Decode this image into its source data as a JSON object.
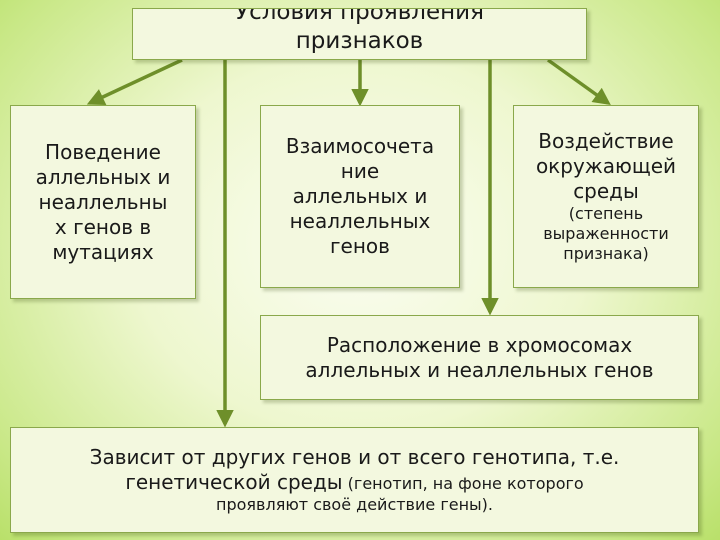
{
  "title": {
    "line1": "Условия проявления",
    "line2": "признаков"
  },
  "boxes": {
    "behavior": {
      "lines": [
        "Поведение",
        "аллельных и",
        "неаллельны",
        "х генов в",
        "мутациях"
      ]
    },
    "combination": {
      "lines": [
        "Взаимосочета",
        "ние",
        "аллельных и",
        "неаллельных",
        "генов"
      ]
    },
    "environment": {
      "lines": [
        "Воздействие",
        "окружающей",
        "среды"
      ],
      "note_lines": [
        "(степень",
        "выраженности",
        "признака)"
      ]
    },
    "chromosomes": {
      "lines": [
        "Расположение в хромосомах",
        "аллельных и неаллельных генов"
      ]
    },
    "genotype": {
      "line1": "Зависит от других генов и от всего генотипа, т.е.",
      "line2_main": "генетической среды",
      "line2_note": " (генотип, на фоне которого",
      "line3_note": "проявляют своё действие гены)."
    }
  },
  "colors": {
    "arrow": "#6e8f2a",
    "box_border": "#8aa84b",
    "box_fill": "#f3f8df"
  }
}
